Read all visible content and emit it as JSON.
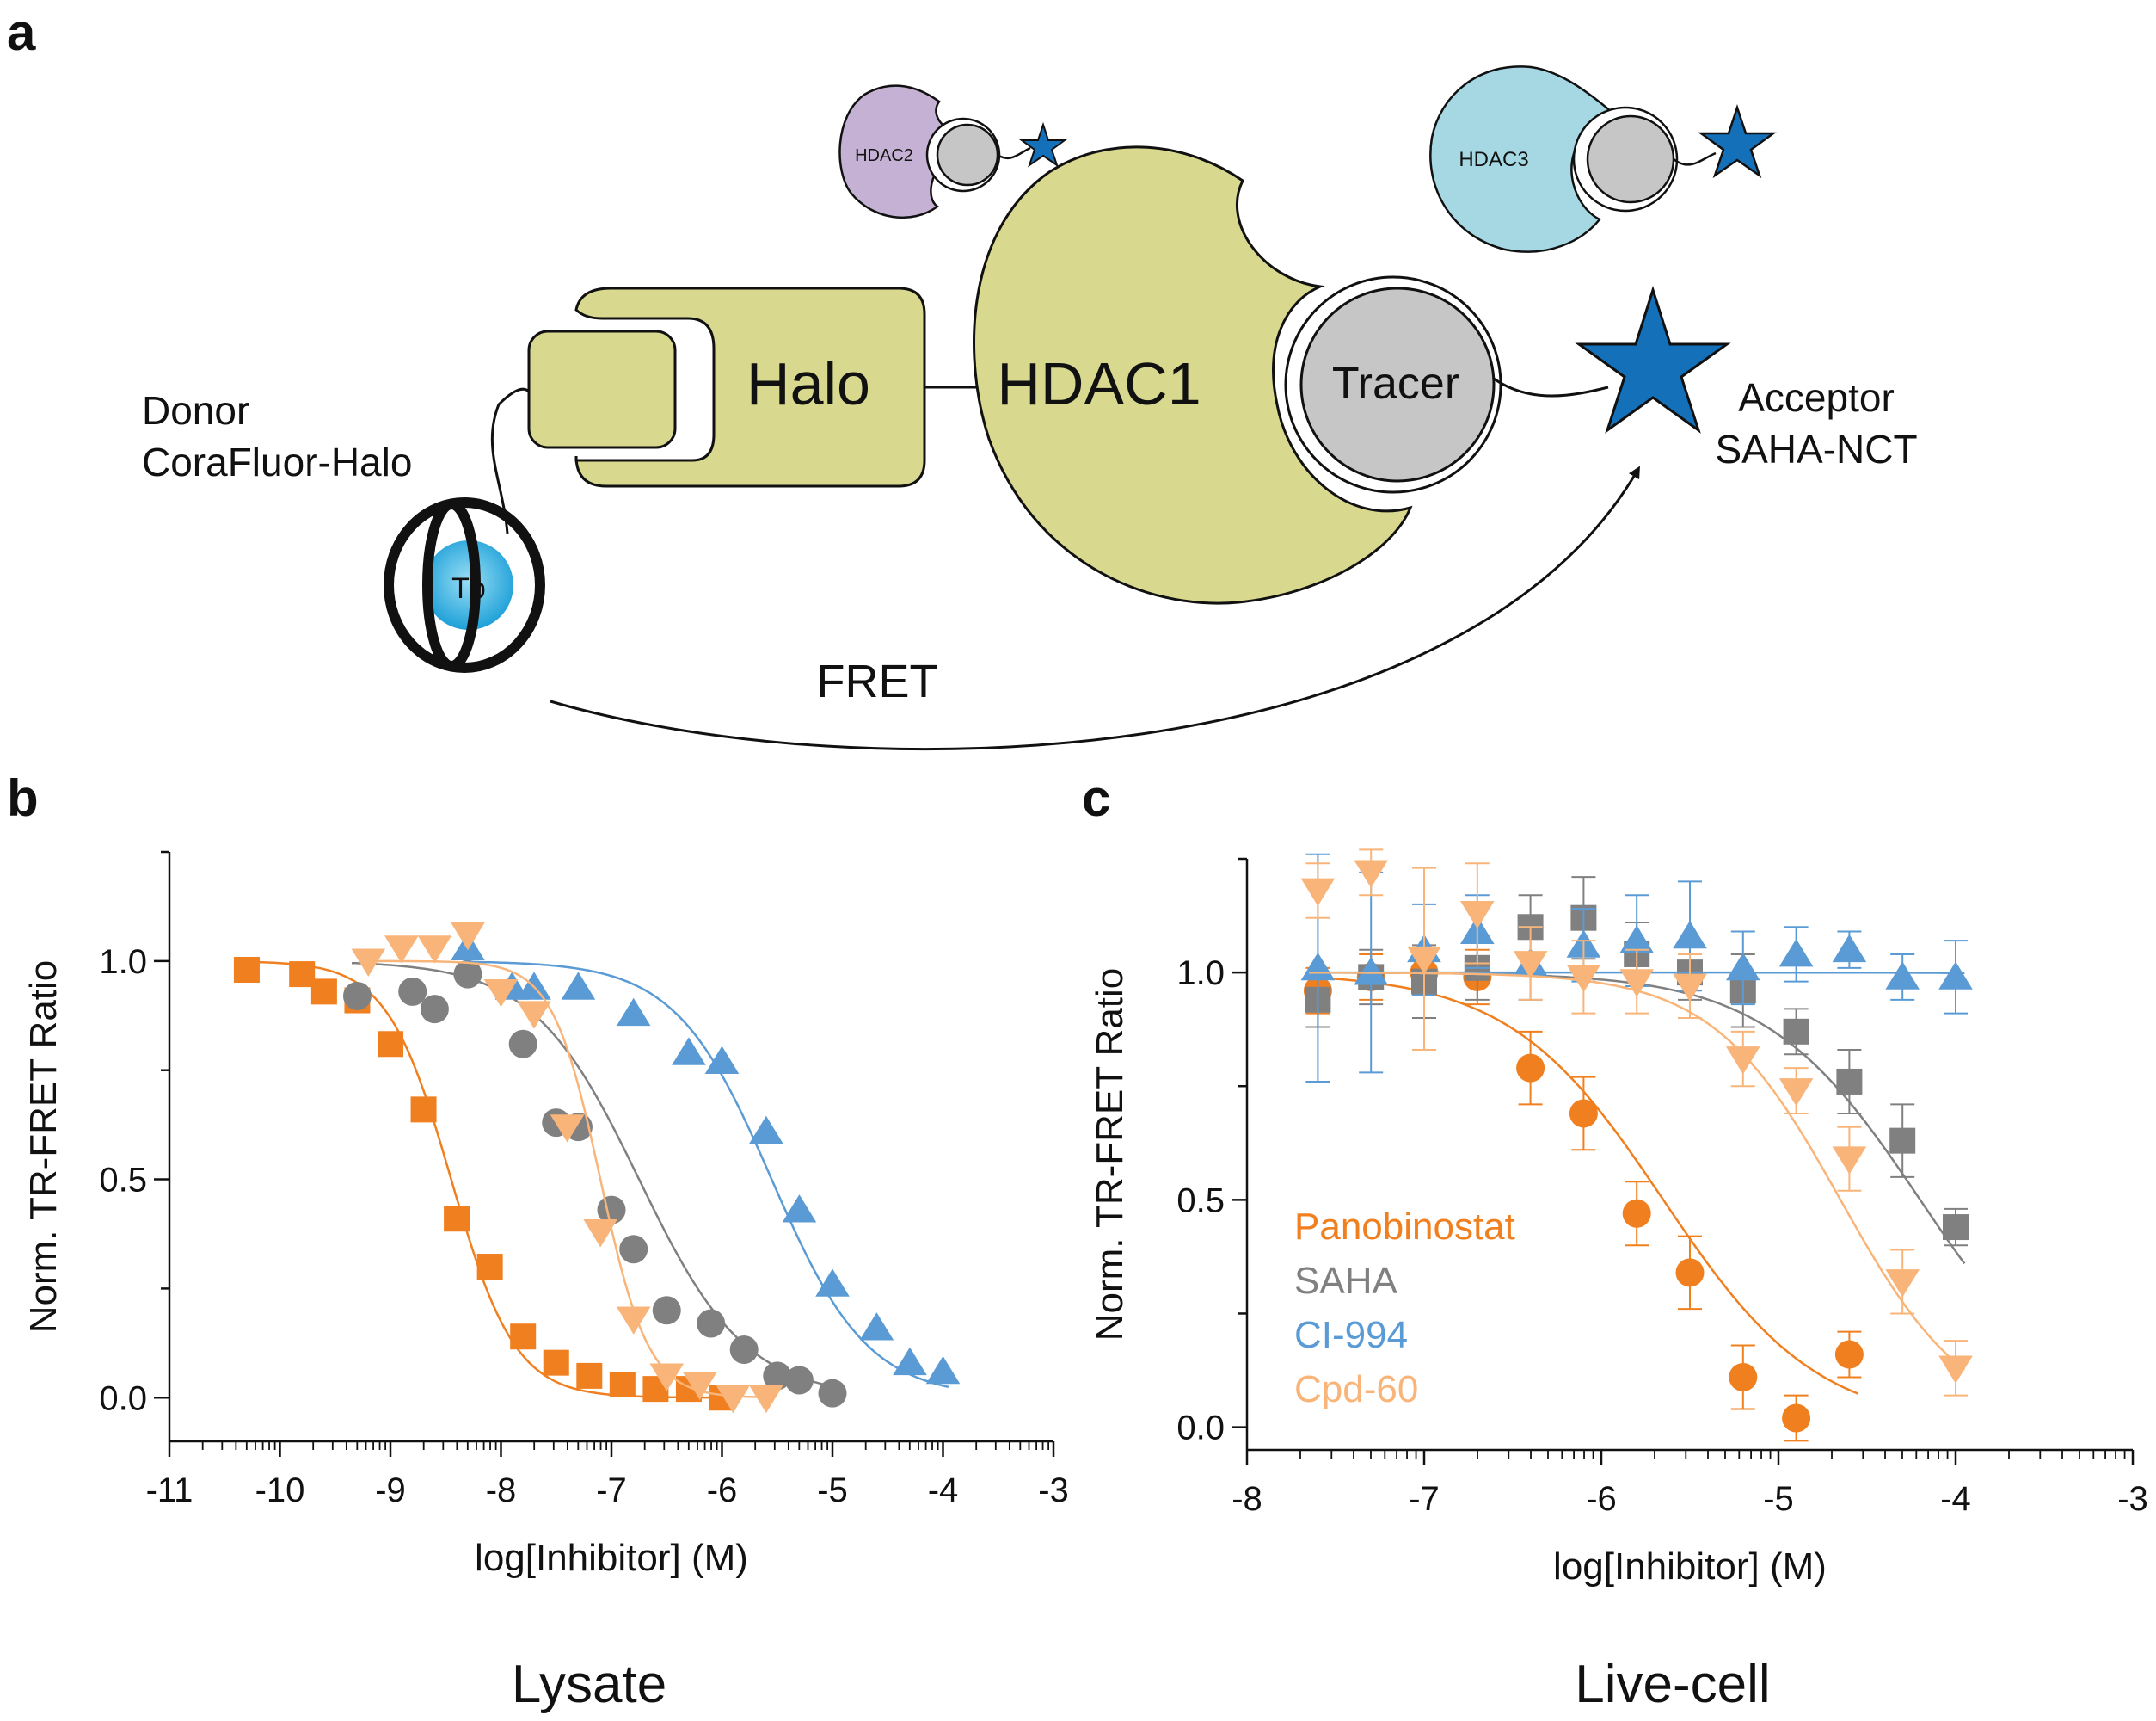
{
  "panels": {
    "a": "a",
    "b": "b",
    "c": "c"
  },
  "schematic": {
    "donor_label": "Donor",
    "donor_name": "CoraFluor-Halo",
    "tb_label": "Tb",
    "halo_label": "Halo",
    "hdac1_label": "HDAC1",
    "tracer_label": "Tracer",
    "hdac2_label": "HDAC2",
    "hdac3_label": "HDAC3",
    "acceptor_label": "Acceptor",
    "acceptor_name": "SAHA-NCT",
    "fret_label": "FRET",
    "colors": {
      "halo_fill": "#d8d98f",
      "hdac2_fill": "#c5b1d4",
      "hdac3_fill": "#a5d8e3",
      "tracer_fill": "#c6c6c6",
      "star_fill": "#1471b9",
      "tb_fill": "#35aee0"
    }
  },
  "series_colors": {
    "Panobinostat": "#f07f1f",
    "SAHA": "#808080",
    "CI-994": "#5b9bd5",
    "Cpd-60": "#f9b579"
  },
  "legend": [
    "Panobinostat",
    "SAHA",
    "CI-994",
    "Cpd-60"
  ],
  "chart_data": [
    {
      "panel": "b",
      "type": "scatter",
      "title": "Lysate",
      "xlabel": "log[Inhibitor] (M)",
      "ylabel": "Norm. TR-FRET Ratio",
      "xlim": [
        -11,
        -3
      ],
      "ylim": [
        -0.1,
        1.25
      ],
      "xticks": [
        "-11",
        "-10",
        "-9",
        "-8",
        "-7",
        "-6",
        "-5",
        "-4",
        "-3"
      ],
      "yticks": [
        "0.0",
        "0.5",
        "1.0"
      ],
      "series": [
        {
          "name": "Panobinostat",
          "marker": "square",
          "ic50_log": -8.45,
          "hill": 1.5,
          "x": [
            -10.3,
            -9.8,
            -9.6,
            -9.3,
            -9.0,
            -8.7,
            -8.4,
            -8.1,
            -7.8,
            -7.5,
            -7.2,
            -6.9,
            -6.6,
            -6.3,
            -6.0
          ],
          "y": [
            0.98,
            0.97,
            0.93,
            0.91,
            0.81,
            0.66,
            0.41,
            0.3,
            0.14,
            0.08,
            0.05,
            0.03,
            0.02,
            0.02,
            0.0
          ]
        },
        {
          "name": "SAHA",
          "marker": "circle",
          "ic50_log": -6.75,
          "hill": 0.9,
          "x": [
            -9.3,
            -8.8,
            -8.6,
            -8.3,
            -7.8,
            -7.5,
            -7.3,
            -7.0,
            -6.8,
            -6.5,
            -6.1,
            -5.8,
            -5.5,
            -5.3,
            -5.0
          ],
          "y": [
            0.92,
            0.93,
            0.89,
            0.97,
            0.81,
            0.63,
            0.62,
            0.43,
            0.34,
            0.2,
            0.17,
            0.11,
            0.05,
            0.04,
            0.01
          ]
        },
        {
          "name": "CI-994",
          "marker": "triangle-up",
          "ic50_log": -5.55,
          "hill": 1.0,
          "x": [
            -8.3,
            -7.9,
            -7.7,
            -7.3,
            -6.8,
            -6.3,
            -6.0,
            -5.6,
            -5.3,
            -5.0,
            -4.6,
            -4.3,
            -4.0
          ],
          "y": [
            1.03,
            0.94,
            0.94,
            0.94,
            0.88,
            0.79,
            0.77,
            0.61,
            0.43,
            0.26,
            0.16,
            0.08,
            0.06
          ]
        },
        {
          "name": "Cpd-60",
          "marker": "triangle-down",
          "ic50_log": -7.1,
          "hill": 2.0,
          "x": [
            -9.2,
            -8.9,
            -8.6,
            -8.3,
            -8.0,
            -7.7,
            -7.4,
            -7.1,
            -6.8,
            -6.5,
            -6.2,
            -5.9,
            -5.6
          ],
          "y": [
            1.0,
            1.03,
            1.03,
            1.06,
            0.93,
            0.88,
            0.62,
            0.38,
            0.18,
            0.05,
            0.03,
            0.0,
            0.0
          ]
        }
      ]
    },
    {
      "panel": "c",
      "type": "scatter",
      "title": "Live-cell",
      "xlabel": "log[Inhibitor] (M)",
      "ylabel": "Norm. TR-FRET Ratio",
      "xlim": [
        -8,
        -3
      ],
      "ylim": [
        -0.05,
        1.25
      ],
      "xticks": [
        "-8",
        "-7",
        "-6",
        "-5",
        "-4",
        "-3"
      ],
      "yticks": [
        "0.0",
        "0.5",
        "1.0"
      ],
      "series": [
        {
          "name": "Panobinostat",
          "marker": "circle",
          "ic50_log": -5.65,
          "hill": 1.0,
          "x": [
            -7.6,
            -7.3,
            -7.0,
            -6.7,
            -6.4,
            -6.1,
            -5.8,
            -5.5,
            -5.2,
            -4.9,
            -4.6
          ],
          "y": [
            0.96,
            0.99,
            1.0,
            0.99,
            0.79,
            0.69,
            0.47,
            0.34,
            0.11,
            0.02,
            0.16
          ],
          "err": [
            0.05,
            0.05,
            0.05,
            0.06,
            0.08,
            0.08,
            0.07,
            0.08,
            0.07,
            0.05,
            0.05
          ]
        },
        {
          "name": "SAHA",
          "marker": "square",
          "ic50_log": -4.2,
          "hill": 1.0,
          "x": [
            -7.6,
            -7.3,
            -7.0,
            -6.7,
            -6.4,
            -6.1,
            -5.8,
            -5.5,
            -5.2,
            -4.9,
            -4.6,
            -4.3,
            -4.0
          ],
          "y": [
            0.94,
            0.99,
            0.98,
            1.01,
            1.1,
            1.12,
            1.04,
            1.0,
            0.96,
            0.87,
            0.76,
            0.63,
            0.44
          ],
          "err": [
            0.06,
            0.06,
            0.08,
            0.07,
            0.07,
            0.09,
            0.07,
            0.06,
            0.08,
            0.05,
            0.07,
            0.08,
            0.04
          ]
        },
        {
          "name": "CI-994",
          "marker": "triangle-up",
          "ic50_log": -1.0,
          "hill": 1.0,
          "x": [
            -7.6,
            -7.3,
            -7.0,
            -6.7,
            -6.4,
            -6.1,
            -5.8,
            -5.5,
            -5.2,
            -4.9,
            -4.6,
            -4.3,
            -4.0
          ],
          "y": [
            1.01,
            1.0,
            1.05,
            1.09,
            1.02,
            1.06,
            1.07,
            1.08,
            1.01,
            1.04,
            1.05,
            0.99,
            0.99
          ],
          "err": [
            0.25,
            0.22,
            0.1,
            0.08,
            0.08,
            0.08,
            0.1,
            0.12,
            0.08,
            0.06,
            0.04,
            0.05,
            0.08
          ]
        },
        {
          "name": "Cpd-60",
          "marker": "triangle-down",
          "ic50_log": -4.65,
          "hill": 1.2,
          "x": [
            -7.6,
            -7.3,
            -7.0,
            -6.7,
            -6.4,
            -6.1,
            -5.8,
            -5.5,
            -5.2,
            -4.9,
            -4.6,
            -4.3,
            -4.0
          ],
          "y": [
            1.18,
            1.22,
            1.03,
            1.13,
            1.02,
            0.99,
            0.98,
            0.97,
            0.81,
            0.74,
            0.59,
            0.32,
            0.13
          ],
          "err": [
            0.06,
            0.05,
            0.2,
            0.11,
            0.08,
            0.08,
            0.07,
            0.07,
            0.06,
            0.05,
            0.07,
            0.07,
            0.06
          ]
        }
      ]
    }
  ]
}
